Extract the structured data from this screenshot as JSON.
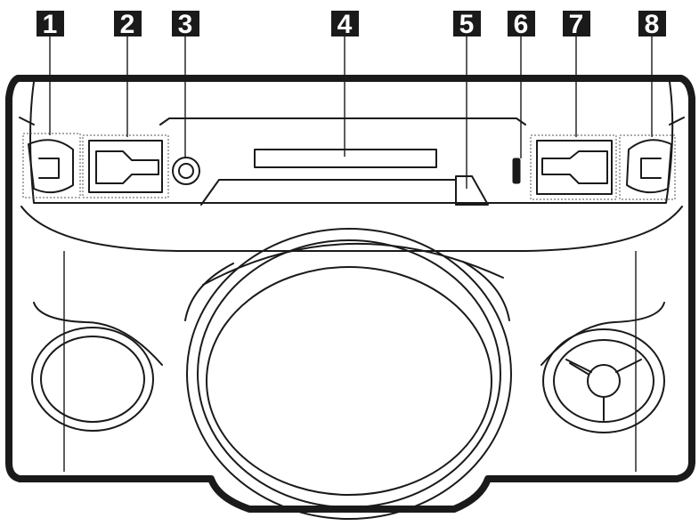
{
  "callouts": [
    {
      "number": "1"
    },
    {
      "number": "2"
    },
    {
      "number": "3"
    },
    {
      "number": "4"
    },
    {
      "number": "5"
    },
    {
      "number": "6"
    },
    {
      "number": "7"
    },
    {
      "number": "8"
    }
  ],
  "colors": {
    "line": "#1a1a1a",
    "badge_background": "#1a1a1a",
    "badge_text": "#ffffff",
    "background": "#ffffff"
  }
}
